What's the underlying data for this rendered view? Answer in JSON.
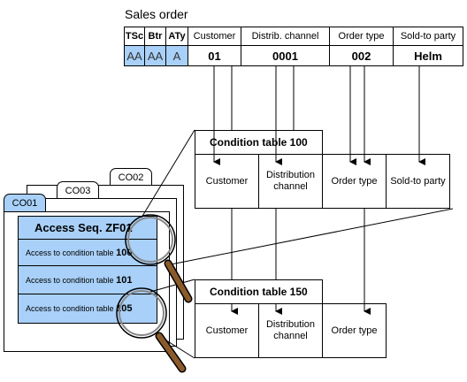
{
  "sales_order": {
    "title": "Sales order",
    "headers": [
      "TSc",
      "Btr",
      "ATy",
      "Customer",
      "Distrib. channel",
      "Order type",
      "Sold-to party"
    ],
    "values": [
      "AA",
      "AA",
      "A",
      "01",
      "0001",
      "002",
      "Helm"
    ]
  },
  "condition_table_100": {
    "title": "Condition table 100",
    "fields": [
      "Customer",
      "Distribution channel",
      "Order type",
      "Sold-to party"
    ]
  },
  "condition_table_150": {
    "title": "Condition table 150",
    "fields": [
      "Customer",
      "Distribution channel",
      "Order type"
    ]
  },
  "condition_types": {
    "tabs": [
      "CO01",
      "CO03",
      "CO02"
    ]
  },
  "access_sequence": {
    "title": "Access Seq. ZF01",
    "rows": [
      {
        "label": "Access to condition table",
        "number": "100"
      },
      {
        "label": "Access to condition table",
        "number": "101"
      },
      {
        "label": "Access to condition table",
        "number": "105"
      }
    ]
  },
  "icons": [
    "magnifier-icon",
    "magnifier-icon"
  ],
  "colors": {
    "highlight": "#a8d0f8",
    "handle": "#8b5a2b"
  }
}
